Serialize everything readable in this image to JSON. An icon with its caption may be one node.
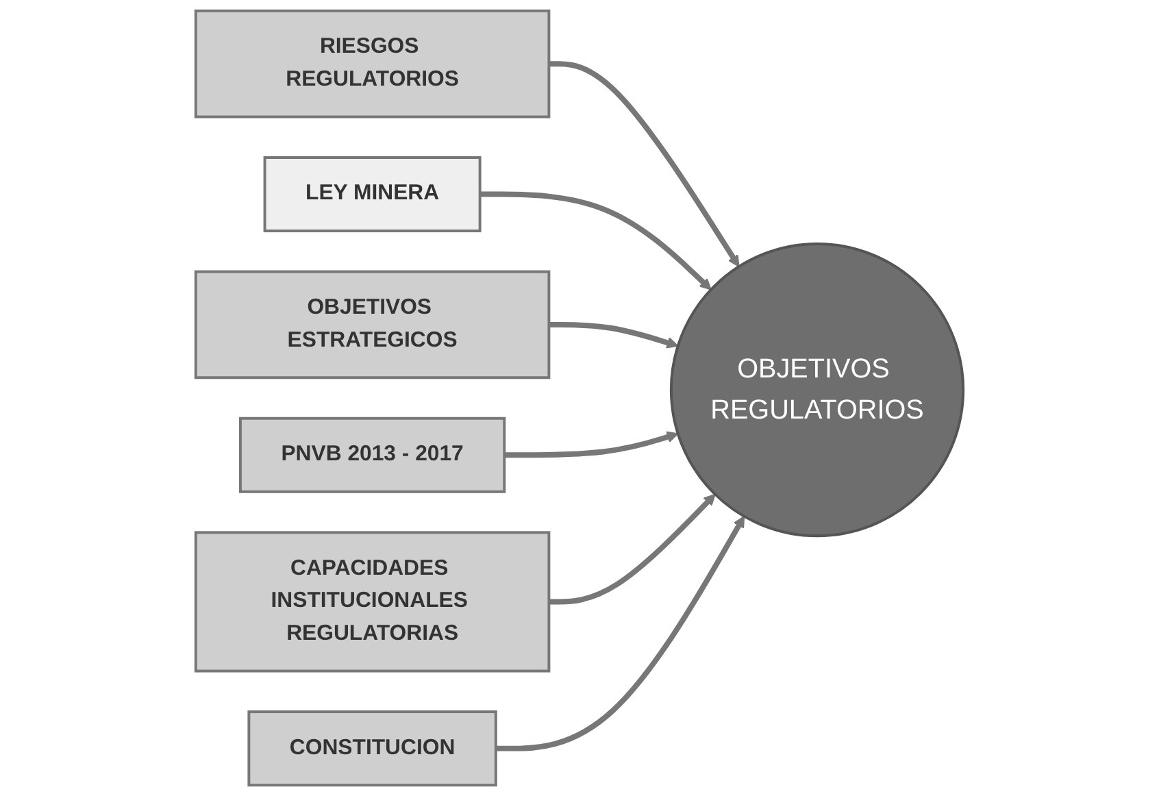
{
  "diagram": {
    "nodes": [
      {
        "text": [
          "RIESGOS REGULATORIOS"
        ]
      },
      {
        "text": [
          "LEY MINERA"
        ]
      },
      {
        "text": [
          "OBJETIVOS ESTRATEGICOS"
        ]
      },
      {
        "text": [
          "OBJETIVOS REGULATORIOS"
        ]
      },
      {
        "text": [
          "PNVB 2013 - 2017"
        ]
      },
      {
        "text": [
          "CAPACIDADES INSTITUCIONALES REGULATORIAS"
        ]
      },
      {
        "text": [
          "CONSTITUCION"
        ]
      }
    ],
    "edges": [
      {
        "from": 0,
        "to": 3,
        "arrow": "to"
      },
      {
        "from": 1,
        "to": 3,
        "arrow": "to"
      },
      {
        "from": 2,
        "to": 3,
        "arrow": "to"
      },
      {
        "from": 4,
        "to": 3,
        "arrow": "to"
      },
      {
        "from": 5,
        "to": 3,
        "arrow": "to"
      },
      {
        "from": 6,
        "to": 3,
        "arrow": "to"
      }
    ]
  }
}
